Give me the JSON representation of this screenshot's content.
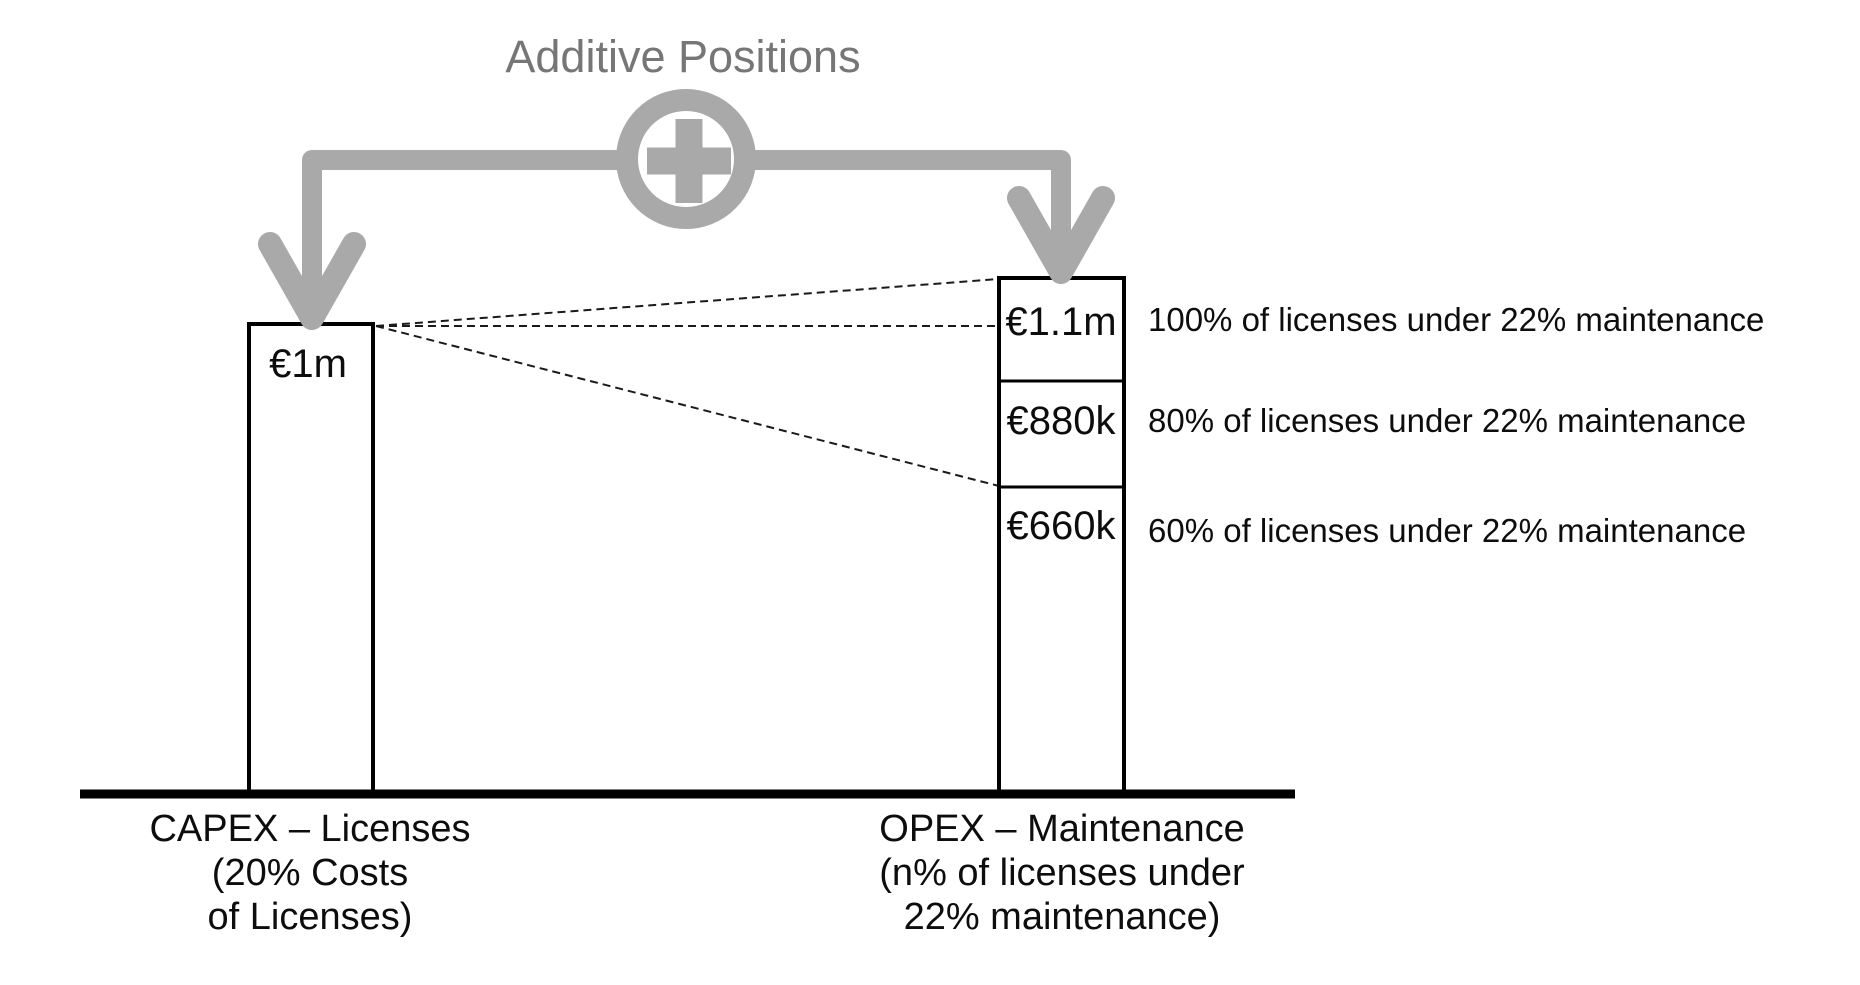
{
  "title": "Additive Positions",
  "colors": {
    "connector_gray": "#a9a9a9",
    "title_gray": "#767676",
    "bar_fill": "#ffffff",
    "bar_stroke": "#000000",
    "text": "#0d0d0d"
  },
  "left_bar": {
    "value_label": "€1m",
    "axis_label_lines": [
      "CAPEX – Licenses",
      "(20% Costs",
      "of Licenses)"
    ]
  },
  "right_bar": {
    "segments": [
      {
        "value_label": "€1.1m",
        "annotation": "100% of licenses under 22% maintenance"
      },
      {
        "value_label": "€880k",
        "annotation": "80% of licenses under 22% maintenance"
      },
      {
        "value_label": "€660k",
        "annotation": "60% of licenses under 22% maintenance"
      }
    ],
    "axis_label_lines": [
      "OPEX – Maintenance",
      "(n% of licenses under",
      "22% maintenance)"
    ]
  },
  "chart_data": {
    "type": "bar",
    "title": "Additive Positions",
    "xlabel": "",
    "ylabel": "",
    "grid": false,
    "legend": "none",
    "currency": "EUR",
    "categories": [
      "CAPEX – Licenses (20% Costs of Licenses)",
      "OPEX – Maintenance (n% of licenses under 22% maintenance)"
    ],
    "bars": [
      {
        "category": "CAPEX – Licenses (20% Costs of Licenses)",
        "value_eur": 1000000,
        "value_label": "€1m"
      },
      {
        "category": "OPEX – Maintenance (n% of licenses under 22% maintenance)",
        "levels": [
          {
            "value_eur": 1100000,
            "value_label": "€1.1m",
            "annotation": "100% of licenses under 22% maintenance"
          },
          {
            "value_eur": 880000,
            "value_label": "€880k",
            "annotation": "80% of licenses under 22% maintenance"
          },
          {
            "value_eur": 660000,
            "value_label": "€660k",
            "annotation": "60% of licenses under 22% maintenance"
          }
        ]
      }
    ],
    "relationship": "additive: CAPEX one-time license cost plus recurring OPEX maintenance; dashed guide lines compare the €1m CAPEX level against the OPEX maintenance levels",
    "ylim_eur": [
      0,
      1100000
    ]
  }
}
